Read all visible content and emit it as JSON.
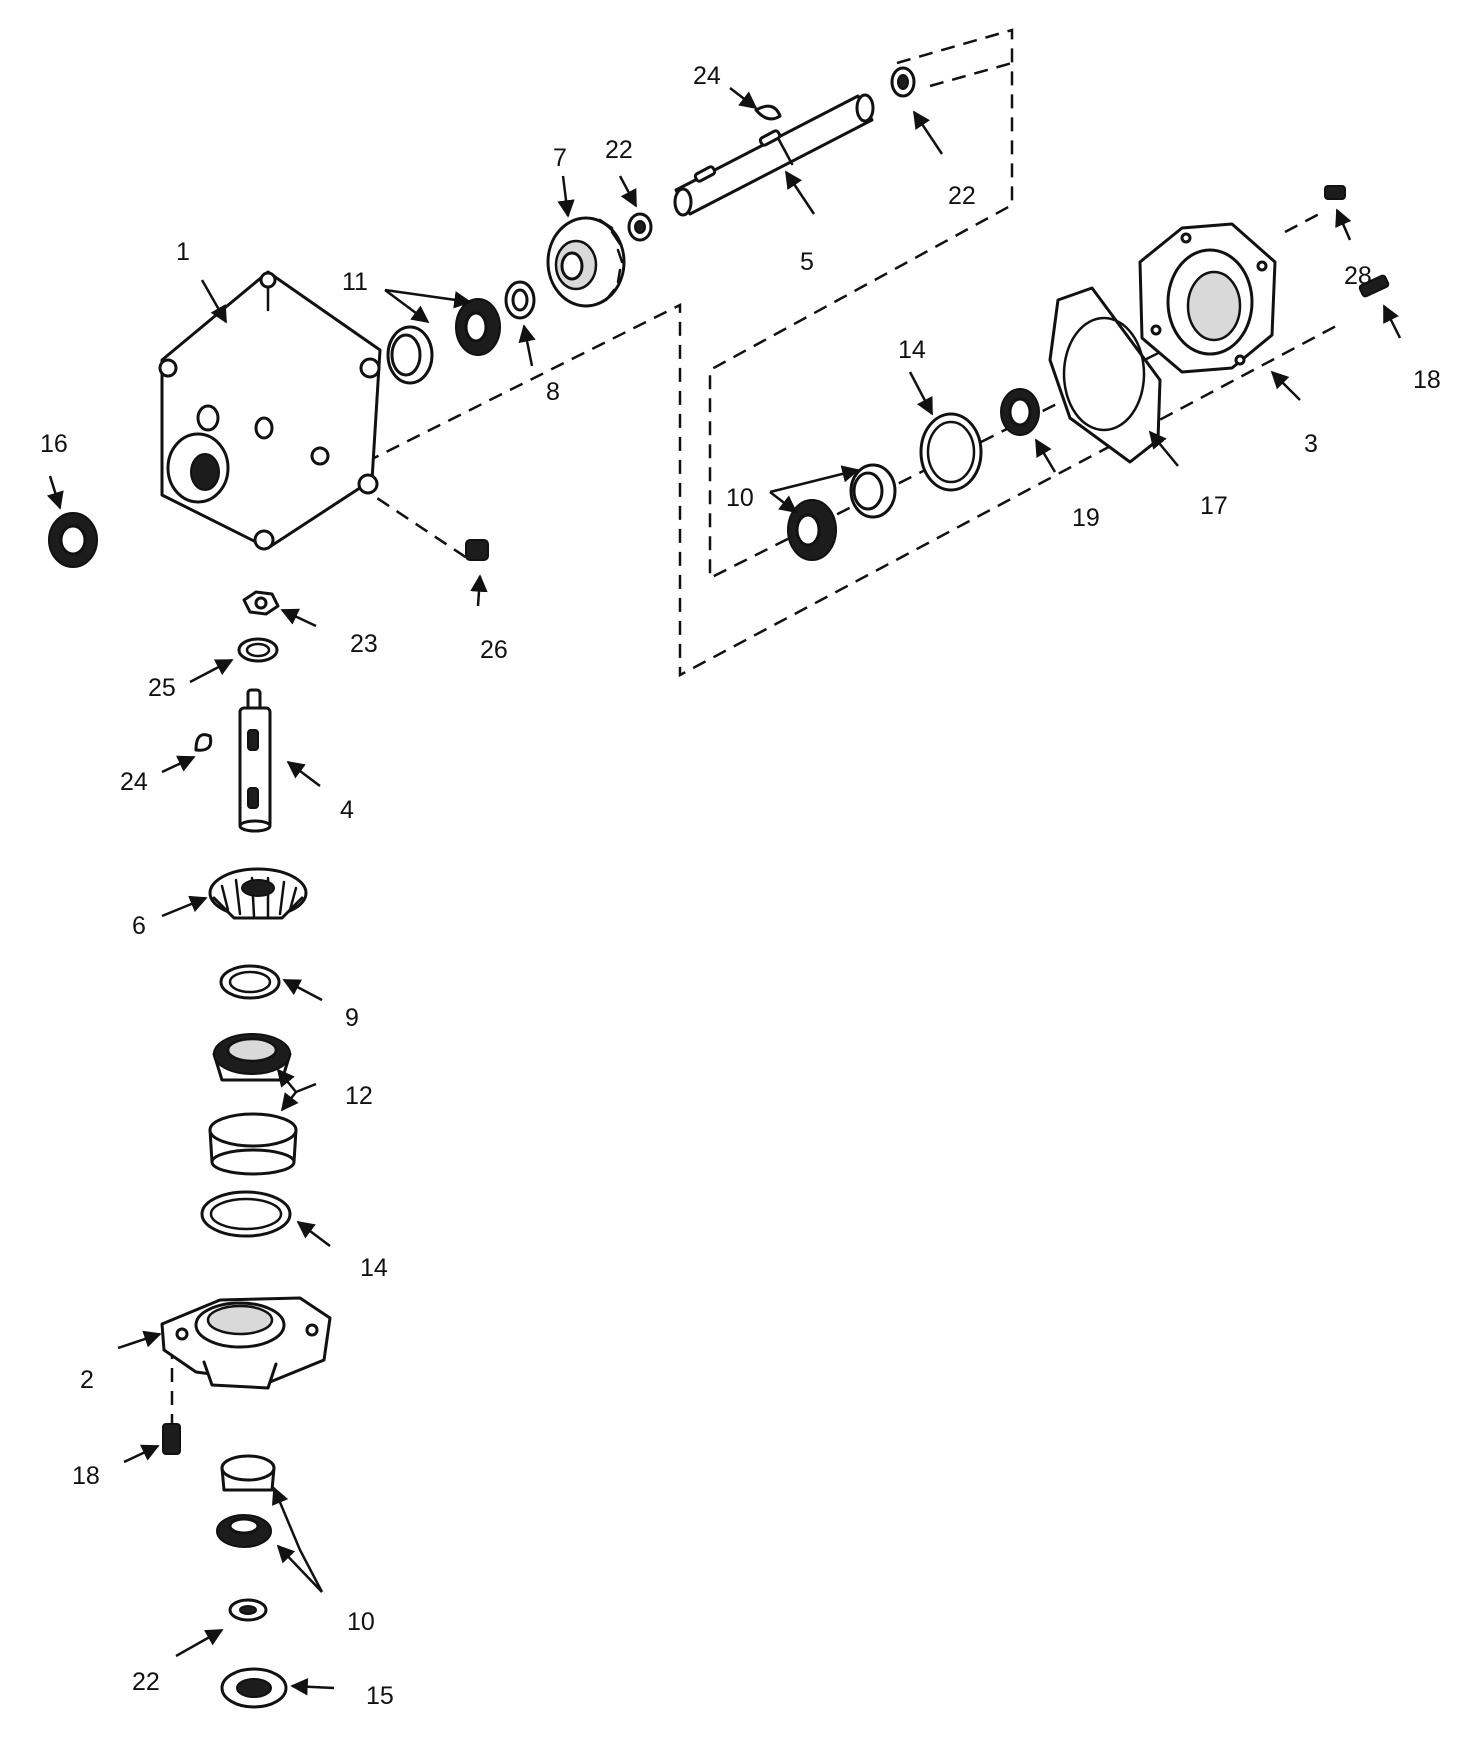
{
  "diagram": {
    "callouts": {
      "c1": "1",
      "c2": "2",
      "c3": "3",
      "c4": "4",
      "c5": "5",
      "c6": "6",
      "c7": "7",
      "c8": "8",
      "c9": "9",
      "c10a": "10",
      "c10b": "10",
      "c11": "11",
      "c12": "12",
      "c14a": "14",
      "c14b": "14",
      "c15": "15",
      "c16": "16",
      "c17": "17",
      "c18a": "18",
      "c18b": "18",
      "c19": "19",
      "c22a": "22",
      "c22b": "22",
      "c22c": "22",
      "c23": "23",
      "c24a": "24",
      "c24b": "24",
      "c25": "25",
      "c26": "26",
      "c28": "28"
    }
  }
}
